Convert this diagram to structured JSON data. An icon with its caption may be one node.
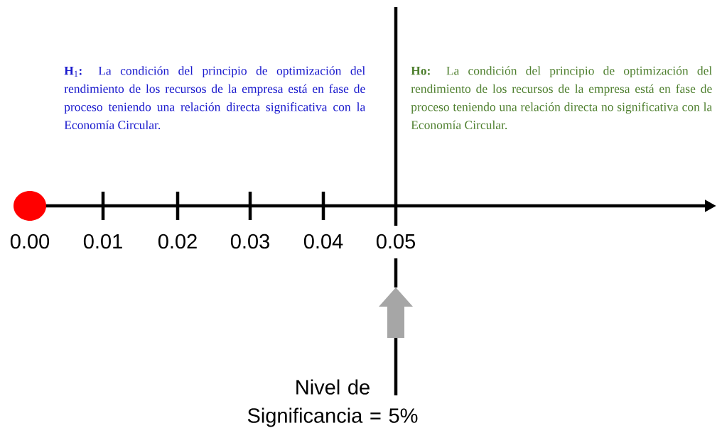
{
  "diagram": {
    "labels": [
      "**H**$_{1}$**:** La condición del principio de optimización del rendimiento de los recursos de la empresa está en fase de proceso teniendo una relación directa significativa con la Economía Circular.",
      "**Ho:** La condición del principio de optimización del rendimiento de los recursos de la empresa está en fase de proceso teniendo una relación directa no significativa con la Economía Circular.",
      "0.00",
      "0.01",
      "0.02",
      "0.03",
      "0.04",
      "0.05",
      "Nivel de Significancia = 5%"
    ]
  }
}
